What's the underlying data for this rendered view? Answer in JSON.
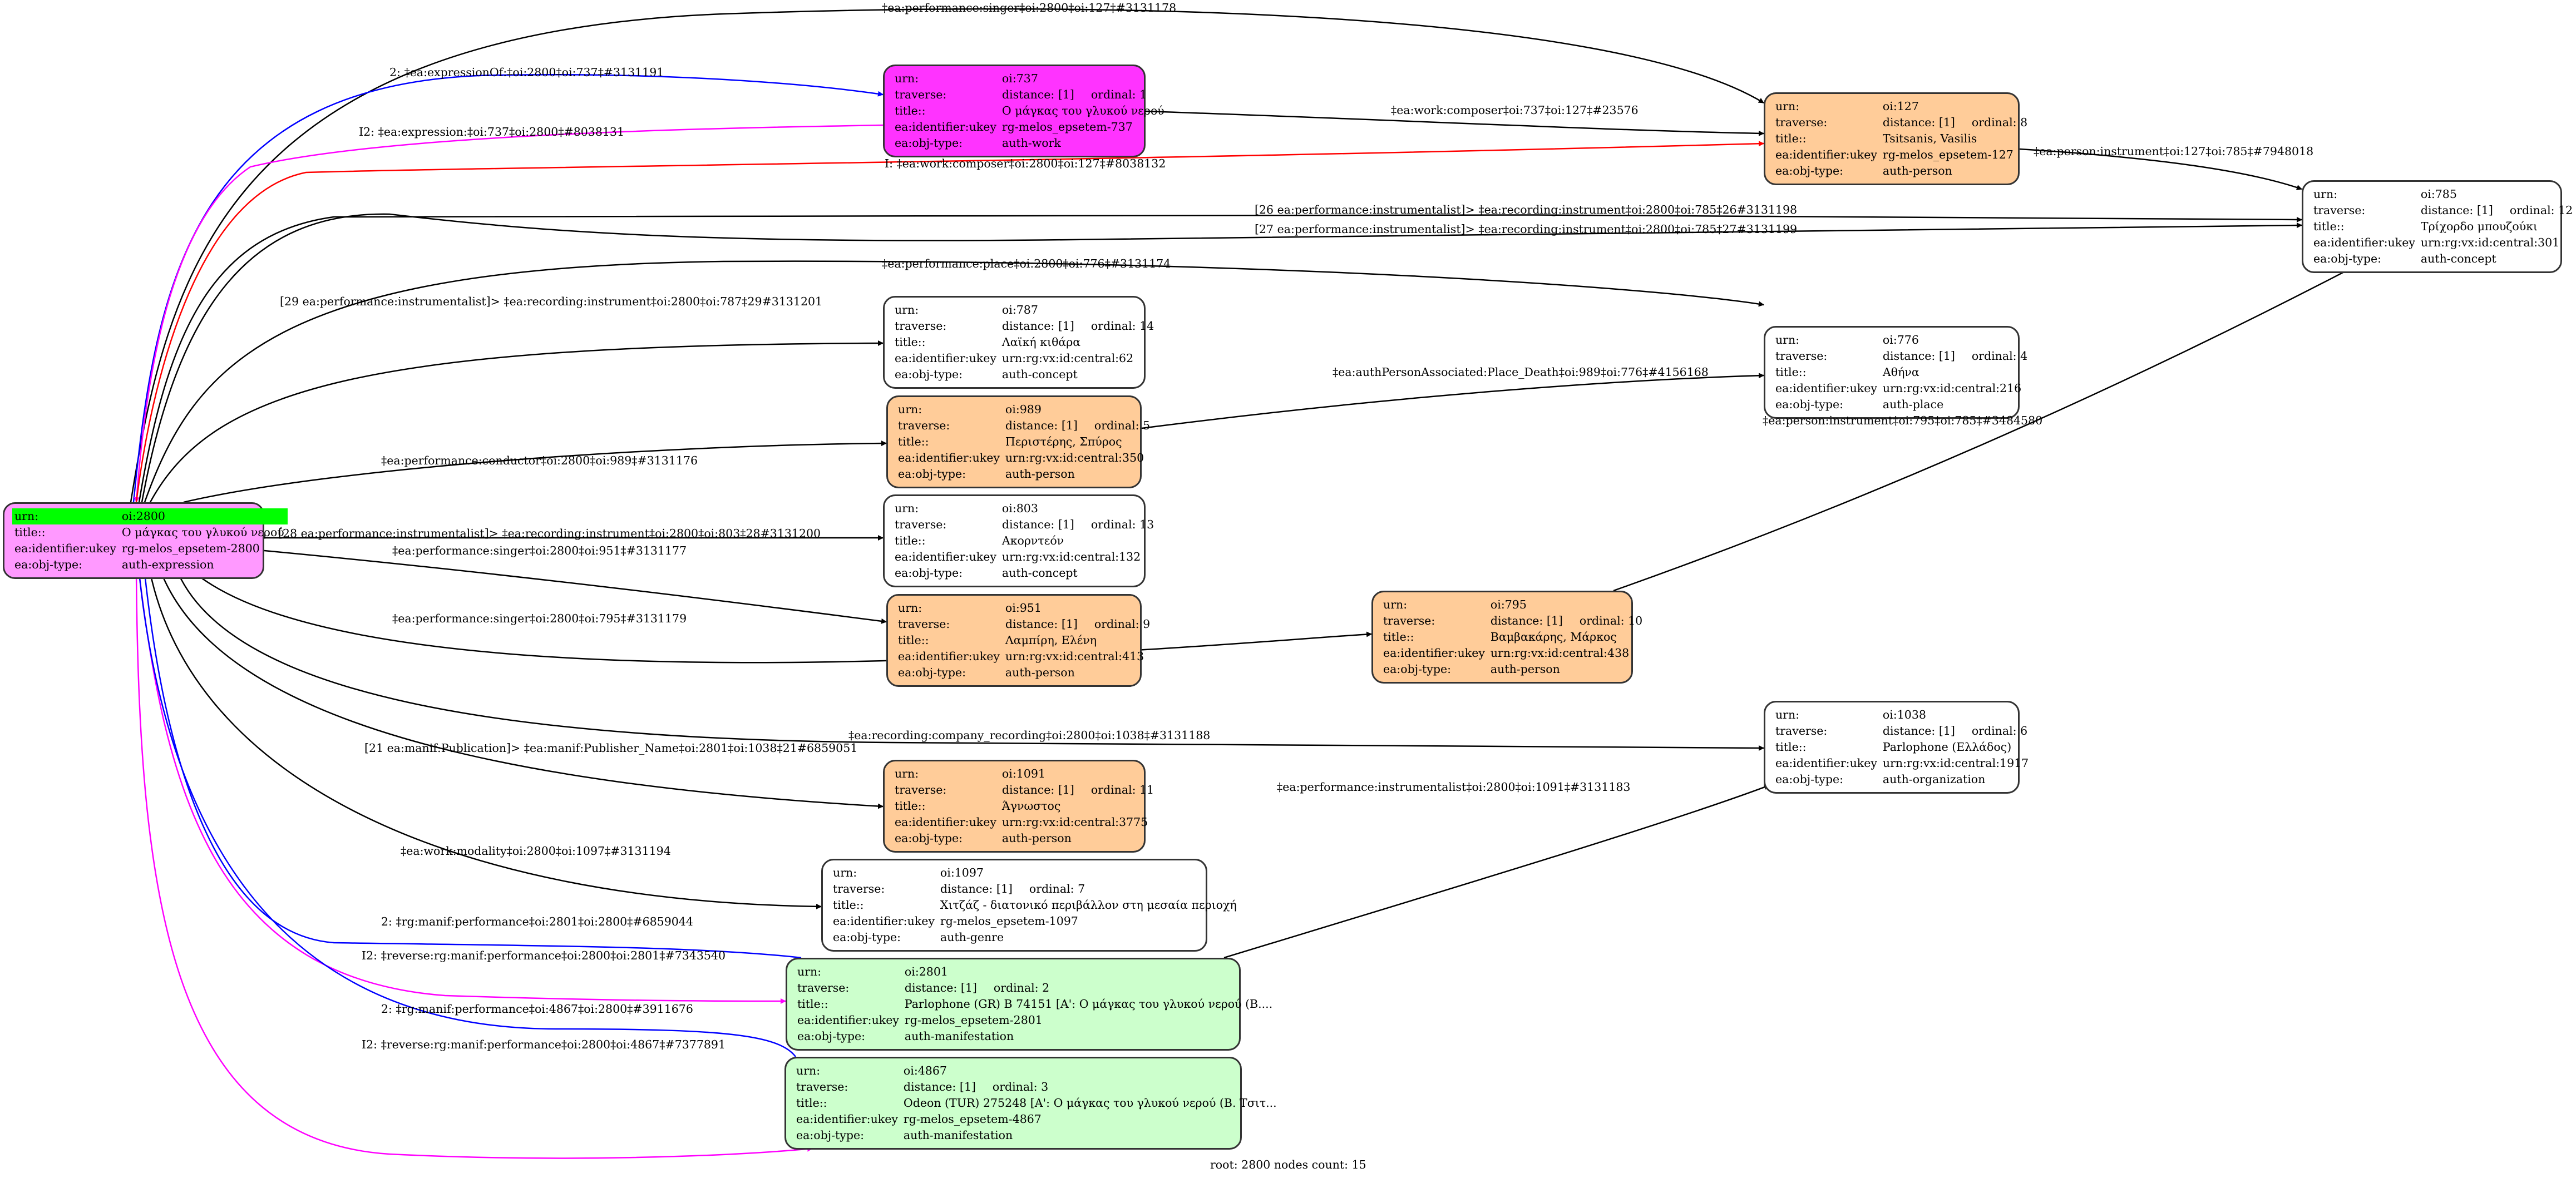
{
  "colors": {
    "expression": "#ff99ff",
    "work": "#ff33ff",
    "person": "#ffcc99",
    "concept": "#ffffff",
    "place": "#ffffff",
    "organization": "#ffffff",
    "genre": "#ffffff",
    "manifestation": "#ccffcc",
    "root_highlight": "#00ff00",
    "edge_default": "#000000",
    "edge_blue": "#0000ff",
    "edge_magenta": "#ff00ff",
    "edge_red": "#ff0000"
  },
  "labels": {
    "urn": "urn:",
    "traverse": "traverse:",
    "title": "title::",
    "ukey": "ea:identifier:ukey",
    "objtype": "ea:obj-type:"
  },
  "nodes": [
    {
      "id": "2800",
      "urn": "oi:2800",
      "title": "Ο μάγκας του γλυκού νερού",
      "ukey": "rg-melos_epsetem-2800",
      "objtype": "auth-expression",
      "root": true
    },
    {
      "id": "737",
      "urn": "oi:737",
      "distance": "distance: [1]",
      "ordinal": "ordinal: 1",
      "title": "Ο μάγκας του γλυκού νερού",
      "ukey": "rg-melos_epsetem-737",
      "objtype": "auth-work"
    },
    {
      "id": "127",
      "urn": "oi:127",
      "distance": "distance: [1]",
      "ordinal": "ordinal: 8",
      "title": "Tsitsanis, Vasilis",
      "ukey": "rg-melos_epsetem-127",
      "objtype": "auth-person"
    },
    {
      "id": "785",
      "urn": "oi:785",
      "distance": "distance: [1]",
      "ordinal": "ordinal: 12",
      "title": "Τρίχορδο μπουζούκι",
      "ukey": "urn:rg:vx:id:central:301",
      "objtype": "auth-concept"
    },
    {
      "id": "787",
      "urn": "oi:787",
      "distance": "distance: [1]",
      "ordinal": "ordinal: 14",
      "title": "Λαϊκή κιθάρα",
      "ukey": "urn:rg:vx:id:central:62",
      "objtype": "auth-concept"
    },
    {
      "id": "776",
      "urn": "oi:776",
      "distance": "distance: [1]",
      "ordinal": "ordinal: 4",
      "title": "Αθήνα",
      "ukey": "urn:rg:vx:id:central:216",
      "objtype": "auth-place"
    },
    {
      "id": "989",
      "urn": "oi:989",
      "distance": "distance: [1]",
      "ordinal": "ordinal: 5",
      "title": "Περιστέρης, Σπύρος",
      "ukey": "urn:rg:vx:id:central:350",
      "objtype": "auth-person"
    },
    {
      "id": "803",
      "urn": "oi:803",
      "distance": "distance: [1]",
      "ordinal": "ordinal: 13",
      "title": "Ακορντεόν",
      "ukey": "urn:rg:vx:id:central:132",
      "objtype": "auth-concept"
    },
    {
      "id": "951",
      "urn": "oi:951",
      "distance": "distance: [1]",
      "ordinal": "ordinal: 9",
      "title": "Λαμπίρη, Ελένη",
      "ukey": "urn:rg:vx:id:central:413",
      "objtype": "auth-person"
    },
    {
      "id": "795",
      "urn": "oi:795",
      "distance": "distance: [1]",
      "ordinal": "ordinal: 10",
      "title": "Βαμβακάρης, Μάρκος",
      "ukey": "urn:rg:vx:id:central:438",
      "objtype": "auth-person"
    },
    {
      "id": "1038",
      "urn": "oi:1038",
      "distance": "distance: [1]",
      "ordinal": "ordinal: 6",
      "title": "Parlophone (Ελλάδος)",
      "ukey": "urn:rg:vx:id:central:1917",
      "objtype": "auth-organization"
    },
    {
      "id": "1091",
      "urn": "oi:1091",
      "distance": "distance: [1]",
      "ordinal": "ordinal: 11",
      "title": "Άγνωστος",
      "ukey": "urn:rg:vx:id:central:3775",
      "objtype": "auth-person"
    },
    {
      "id": "1097",
      "urn": "oi:1097",
      "distance": "distance: [1]",
      "ordinal": "ordinal: 7",
      "title": "Χιτζάζ - διατονικό περιβάλλον στη μεσαία περιοχή",
      "ukey": "rg-melos_epsetem-1097",
      "objtype": "auth-genre"
    },
    {
      "id": "2801",
      "urn": "oi:2801",
      "distance": "distance: [1]",
      "ordinal": "ordinal: 2",
      "title": "Parlophone (GR) B 74151 [A': Ο μάγκας του γλυκού νερού (B....",
      "ukey": "rg-melos_epsetem-2801",
      "objtype": "auth-manifestation"
    },
    {
      "id": "4867",
      "urn": "oi:4867",
      "distance": "distance: [1]",
      "ordinal": "ordinal: 3",
      "title": "Odeon (TUR) 275248 [A': Ο μάγκας του γλυκού νερού (B. Τσιτ...",
      "ukey": "rg-melos_epsetem-4867",
      "objtype": "auth-manifestation"
    }
  ],
  "edges": [
    {
      "from": "2800",
      "to": "127",
      "color": "edge_default",
      "label": "‡ea:performance:singer‡oi:2800‡oi:127‡#3131178"
    },
    {
      "from": "2800",
      "to": "737",
      "color": "edge_blue",
      "label": "2: ‡ea:expressionOf:‡oi:2800‡oi:737‡#3131191"
    },
    {
      "from": "737",
      "to": "2800",
      "color": "edge_magenta",
      "label": "I2: ‡ea:expression:‡oi:737‡oi:2800‡#8038131"
    },
    {
      "from": "737",
      "to": "127",
      "color": "edge_default",
      "label": "‡ea:work:composer‡oi:737‡oi:127‡#23576"
    },
    {
      "from": "2800",
      "to": "127",
      "color": "edge_red",
      "label": "I: ‡ea:work:composer‡oi:2800‡oi:127‡#8038132"
    },
    {
      "from": "127",
      "to": "785",
      "color": "edge_default",
      "label": "‡ea:person:instrument‡oi:127‡oi:785‡#7948018"
    },
    {
      "from": "2800",
      "to": "785",
      "color": "edge_default",
      "label": "[26 ea:performance:instrumentalist]> ‡ea:recording:instrument‡oi:2800‡oi:785‡26#3131198"
    },
    {
      "from": "2800",
      "to": "785",
      "color": "edge_default",
      "label": "[27 ea:performance:instrumentalist]> ‡ea:recording:instrument‡oi:2800‡oi:785‡27#3131199"
    },
    {
      "from": "2800",
      "to": "776",
      "color": "edge_default",
      "label": "‡ea:performance:place‡oi:2800‡oi:776‡#3131174"
    },
    {
      "from": "2800",
      "to": "787",
      "color": "edge_default",
      "label": "[29 ea:performance:instrumentalist]> ‡ea:recording:instrument‡oi:2800‡oi:787‡29#3131201"
    },
    {
      "from": "989",
      "to": "776",
      "color": "edge_default",
      "label": "‡ea:authPersonAssociated:Place_Death‡oi:989‡oi:776‡#4156168"
    },
    {
      "from": "795",
      "to": "785",
      "color": "edge_default",
      "label": "‡ea:person:instrument‡oi:795‡oi:785‡#3484580"
    },
    {
      "from": "2800",
      "to": "989",
      "color": "edge_default",
      "label": "‡ea:performance:conductor‡oi:2800‡oi:989‡#3131176"
    },
    {
      "from": "2800",
      "to": "803",
      "color": "edge_default",
      "label": "[28 ea:performance:instrumentalist]> ‡ea:recording:instrument‡oi:2800‡oi:803‡28#3131200"
    },
    {
      "from": "2800",
      "to": "951",
      "color": "edge_default",
      "label": "‡ea:performance:singer‡oi:2800‡oi:951‡#3131177"
    },
    {
      "from": "2800",
      "to": "795",
      "color": "edge_default",
      "label": "‡ea:performance:singer‡oi:2800‡oi:795‡#3131179"
    },
    {
      "from": "2800",
      "to": "1038",
      "color": "edge_default",
      "label": "‡ea:recording:company_recording‡oi:2800‡oi:1038‡#3131188"
    },
    {
      "from": "2800",
      "to": "1091",
      "color": "edge_default",
      "label": "‡ea:performance:instrumentalist‡oi:2800‡oi:1091‡#3131183"
    },
    {
      "from": "2801",
      "to": "1038",
      "color": "edge_default",
      "label": "[21 ea:manif:Publication]> ‡ea:manif:Publisher_Name‡oi:2801‡oi:1038‡21#6859051"
    },
    {
      "from": "2800",
      "to": "1097",
      "color": "edge_default",
      "label": "‡ea:work:modality‡oi:2800‡oi:1097‡#3131194"
    },
    {
      "from": "2801",
      "to": "2800",
      "color": "edge_blue",
      "label": "2: ‡rg:manif:performance‡oi:2801‡oi:2800‡#6859044"
    },
    {
      "from": "2800",
      "to": "2801",
      "color": "edge_magenta",
      "label": "I2: ‡reverse:rg:manif:performance‡oi:2800‡oi:2801‡#7343540"
    },
    {
      "from": "4867",
      "to": "2800",
      "color": "edge_blue",
      "label": "2: ‡rg:manif:performance‡oi:4867‡oi:2800‡#3911676"
    },
    {
      "from": "2800",
      "to": "4867",
      "color": "edge_magenta",
      "label": "I2: ‡reverse:rg:manif:performance‡oi:2800‡oi:4867‡#7377891"
    }
  ],
  "footer": "root: 2800 nodes count: 15"
}
